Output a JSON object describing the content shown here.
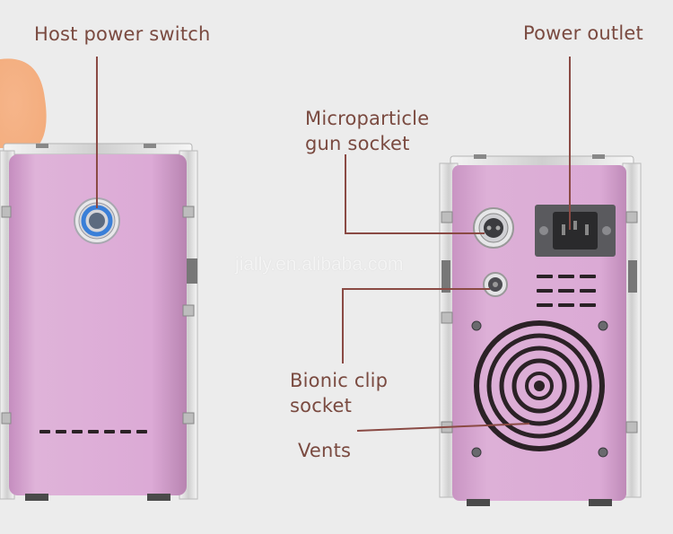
{
  "labels": {
    "host_power_switch": "Host power switch",
    "power_outlet": "Power outlet",
    "microparticle_line1": "Microparticle",
    "microparticle_line2": "gun socket",
    "bionic_line1": "Bionic clip",
    "bionic_line2": "socket",
    "vents": "Vents"
  },
  "watermark": "jially.en.alibaba.com",
  "colors": {
    "background": "#ececec",
    "body_pink": "#d9a8d4",
    "label_text": "#7a4a40",
    "leader_line": "#8a4a44",
    "power_ring": "#3a7fd8"
  }
}
